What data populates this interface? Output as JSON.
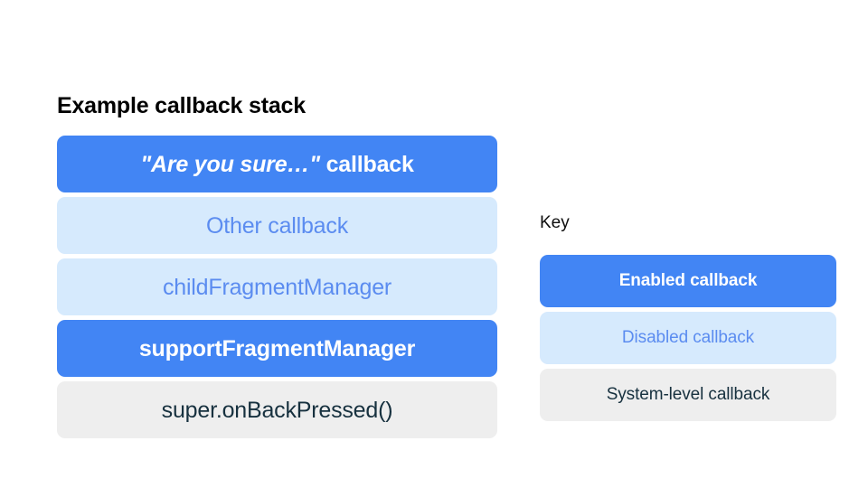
{
  "stack": {
    "title": "Example callback stack",
    "items": [
      {
        "label": "\"Are you sure…\" callback",
        "quoted_part": "\"Are you sure…\"",
        "plain_part": " callback",
        "state": "enabled"
      },
      {
        "label": "Other callback",
        "state": "disabled"
      },
      {
        "label": "childFragmentManager",
        "state": "disabled"
      },
      {
        "label": "supportFragmentManager",
        "state": "enabled"
      },
      {
        "label": "super.onBackPressed()",
        "state": "system"
      }
    ]
  },
  "key": {
    "title": "Key",
    "items": [
      {
        "label": "Enabled callback",
        "state": "enabled"
      },
      {
        "label": "Disabled callback",
        "state": "disabled"
      },
      {
        "label": "System-level callback",
        "state": "system"
      }
    ]
  },
  "colors": {
    "enabled_fill": "#4285f4",
    "enabled_text": "#ffffff",
    "disabled_fill": "#d6eafd",
    "disabled_text": "#5b8cf0",
    "system_fill": "#eeeeee",
    "system_text": "#17313f",
    "background": "#ffffff",
    "title_text": "#000000"
  }
}
